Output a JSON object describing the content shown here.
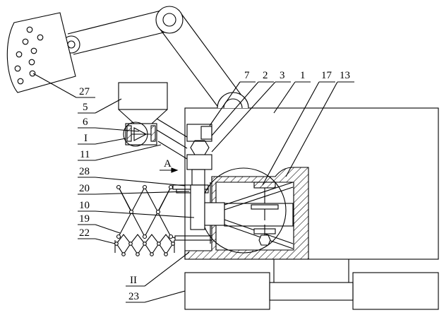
{
  "colors": {
    "line": "#000000",
    "background": "#ffffff"
  },
  "labels_top": [
    "7",
    "2",
    "3",
    "1",
    "17",
    "13"
  ],
  "labels_left": [
    "27",
    "5",
    "6",
    "I",
    "11",
    "28",
    "20",
    "10",
    "19",
    "22"
  ],
  "labels_bottom": [
    "II",
    "23"
  ],
  "view_marker": "A"
}
